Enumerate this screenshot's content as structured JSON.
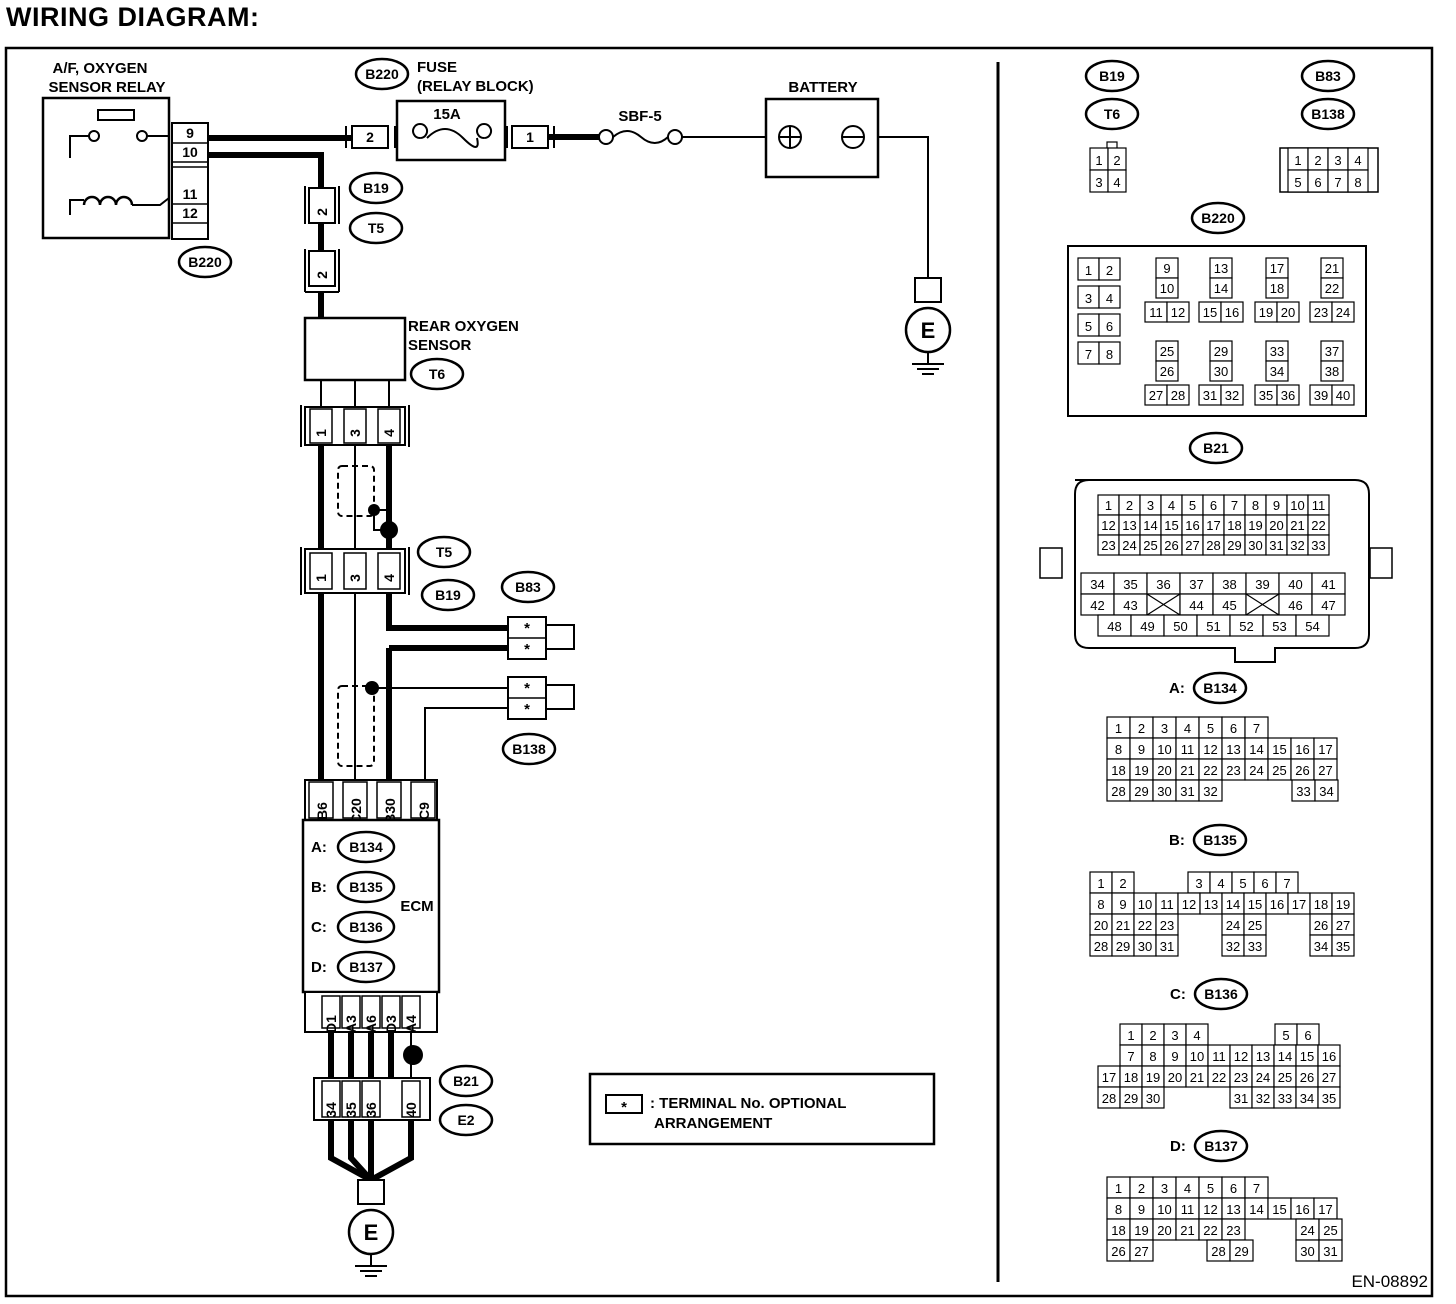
{
  "title": "WIRING DIAGRAM:",
  "doc_code": "EN-08892",
  "components": {
    "af_relay": "A/F, OXYGEN SENSOR RELAY",
    "fuse": "FUSE (RELAY BLOCK)",
    "fuse_rating": "15A",
    "fusible_link": "SBF-5",
    "battery": "BATTERY",
    "ground": "E",
    "rear_o2": "REAR OXYGEN SENSOR",
    "ecm": "ECM"
  },
  "ecm_connectors": [
    {
      "letter": "A:",
      "id": "B134"
    },
    {
      "letter": "B:",
      "id": "B135"
    },
    {
      "letter": "C:",
      "id": "B136"
    },
    {
      "letter": "D:",
      "id": "B137"
    }
  ],
  "legend": {
    "symbol": "*",
    "text": ": TERMINAL No. OPTIONAL ARRANGEMENT"
  },
  "connector_tags": [
    "B220",
    "B19",
    "T5",
    "T6",
    "B83",
    "B138",
    "B21",
    "E2"
  ],
  "relay_pins": [
    "9",
    "10",
    "11",
    "12"
  ],
  "fuse_pins": [
    "2",
    "1"
  ],
  "sensor_pins": [
    "1",
    "3",
    "4"
  ],
  "ecm_top_pins": [
    "B6",
    "C20",
    "B30",
    "C9"
  ],
  "ecm_bottom_pins": [
    "D1",
    "A3",
    "A6",
    "D3",
    "A4"
  ],
  "b21_pins": [
    "34",
    "35",
    "36",
    "40"
  ],
  "opt_pin": "*",
  "face_views": {
    "b19_t6": {
      "tags": [
        "B19",
        "T6"
      ],
      "rows": [
        [
          "1",
          "2"
        ],
        [
          "3",
          "4"
        ]
      ]
    },
    "b83_b138": {
      "tags": [
        "B83",
        "B138"
      ],
      "rows": [
        [
          "1",
          "2",
          "3",
          "4"
        ],
        [
          "5",
          "6",
          "7",
          "8"
        ]
      ]
    },
    "b220": {
      "tag": "B220",
      "groups": [
        [
          [
            "1",
            "2"
          ],
          [
            "3",
            "4"
          ],
          [
            "5",
            "6"
          ],
          [
            "7",
            "8"
          ]
        ],
        [
          [
            "9"
          ],
          [
            "10"
          ],
          [
            "11",
            "12"
          ]
        ],
        [
          [
            "13"
          ],
          [
            "14"
          ],
          [
            "15",
            "16"
          ]
        ],
        [
          [
            "17"
          ],
          [
            "18"
          ],
          [
            "19",
            "20"
          ]
        ],
        [
          [
            "21"
          ],
          [
            "22"
          ],
          [
            "23",
            "24"
          ]
        ],
        [
          [
            "25"
          ],
          [
            "26"
          ],
          [
            "27",
            "28"
          ]
        ],
        [
          [
            "29"
          ],
          [
            "30"
          ],
          [
            "31",
            "32"
          ]
        ],
        [
          [
            "33"
          ],
          [
            "34"
          ],
          [
            "35",
            "36"
          ]
        ],
        [
          [
            "37"
          ],
          [
            "38"
          ],
          [
            "39",
            "40"
          ]
        ]
      ]
    },
    "b21": {
      "tag": "B21",
      "rows": [
        [
          "1",
          "2",
          "3",
          "4",
          "5",
          "6",
          "7",
          "8",
          "9",
          "10",
          "11"
        ],
        [
          "12",
          "13",
          "14",
          "15",
          "16",
          "17",
          "18",
          "19",
          "20",
          "21",
          "22"
        ],
        [
          "23",
          "24",
          "25",
          "26",
          "27",
          "28",
          "29",
          "30",
          "31",
          "32",
          "33"
        ],
        [
          "34",
          "35",
          "36",
          "37",
          "38",
          "39",
          "40",
          "41"
        ],
        [
          "42",
          "43",
          "",
          "44",
          "45",
          "",
          "46",
          "47"
        ],
        [
          "48",
          "49",
          "50",
          "51",
          "52",
          "53",
          "54"
        ]
      ]
    },
    "b134": {
      "prefix": "A:",
      "tag": "B134",
      "rows": [
        [
          "1",
          "2",
          "3",
          "4",
          "5",
          "6",
          "7"
        ],
        [
          "8",
          "9",
          "10",
          "11",
          "12",
          "13",
          "14",
          "15",
          "16",
          "17"
        ],
        [
          "18",
          "19",
          "20",
          "21",
          "22",
          "23",
          "24",
          "25",
          "26",
          "27"
        ],
        [
          "28",
          "29",
          "30",
          "31",
          "32",
          "33",
          "34"
        ]
      ]
    },
    "b135": {
      "prefix": "B:",
      "tag": "B135",
      "rows": [
        [
          "1",
          "2",
          "3",
          "4",
          "5",
          "6",
          "7"
        ],
        [
          "8",
          "9",
          "10",
          "11",
          "12",
          "13",
          "14",
          "15",
          "16",
          "17",
          "18",
          "19"
        ],
        [
          "20",
          "21",
          "22",
          "23",
          "24",
          "25",
          "26",
          "27"
        ],
        [
          "28",
          "29",
          "30",
          "31",
          "32",
          "33",
          "34",
          "35"
        ]
      ]
    },
    "b136": {
      "prefix": "C:",
      "tag": "B136",
      "rows": [
        [
          "1",
          "2",
          "3",
          "4",
          "5",
          "6"
        ],
        [
          "7",
          "8",
          "9",
          "10",
          "11",
          "12",
          "13",
          "14",
          "15",
          "16"
        ],
        [
          "17",
          "18",
          "19",
          "20",
          "21",
          "22",
          "23",
          "24",
          "25",
          "26",
          "27"
        ],
        [
          "28",
          "29",
          "30",
          "31",
          "32",
          "33",
          "34",
          "35"
        ]
      ]
    },
    "b137": {
      "prefix": "D:",
      "tag": "B137",
      "rows": [
        [
          "1",
          "2",
          "3",
          "4",
          "5",
          "6",
          "7"
        ],
        [
          "8",
          "9",
          "10",
          "11",
          "12",
          "13",
          "14",
          "15",
          "16",
          "17"
        ],
        [
          "18",
          "19",
          "20",
          "21",
          "22",
          "23",
          "24",
          "25"
        ],
        [
          "26",
          "27",
          "28",
          "29",
          "30",
          "31"
        ]
      ]
    }
  }
}
